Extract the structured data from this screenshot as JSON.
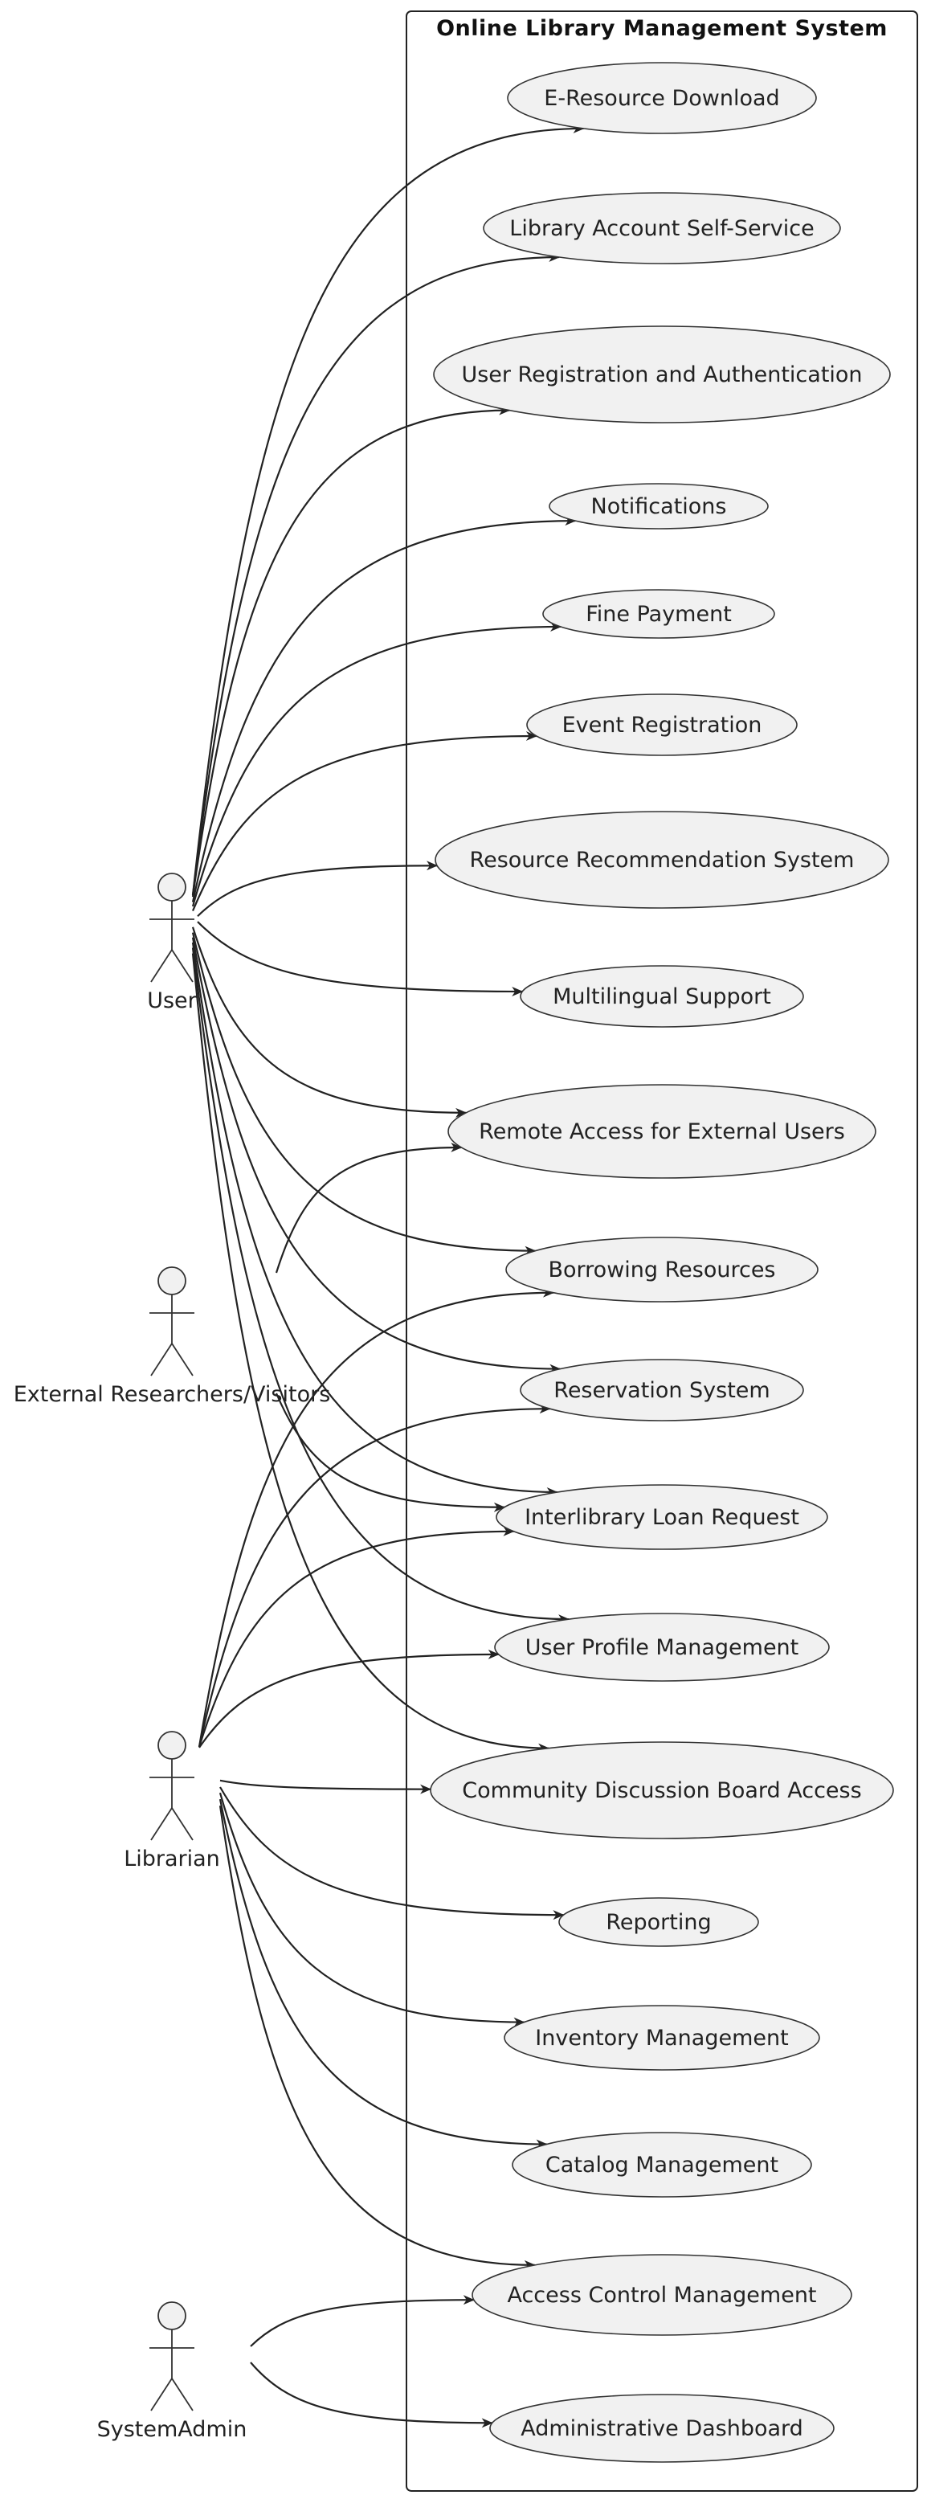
{
  "system": {
    "title": "Online Library Management System"
  },
  "actors": [
    {
      "id": "user",
      "label": "User"
    },
    {
      "id": "external",
      "label": "External Researchers/Visitors"
    },
    {
      "id": "librarian",
      "label": "Librarian"
    },
    {
      "id": "admin",
      "label": "SystemAdmin"
    }
  ],
  "use_cases": [
    {
      "id": "eres",
      "label": "E-Resource Download"
    },
    {
      "id": "acct",
      "label": "Library Account Self-Service"
    },
    {
      "id": "reg",
      "label": "User Registration and Authentication"
    },
    {
      "id": "notif",
      "label": "Notifications"
    },
    {
      "id": "fine",
      "label": "Fine Payment"
    },
    {
      "id": "event",
      "label": "Event Registration"
    },
    {
      "id": "recsys",
      "label": "Resource Recommendation System"
    },
    {
      "id": "multi",
      "label": "Multilingual Support"
    },
    {
      "id": "remote",
      "label": "Remote Access for External Users"
    },
    {
      "id": "borrow",
      "label": "Borrowing Resources"
    },
    {
      "id": "reserve",
      "label": "Reservation System"
    },
    {
      "id": "ill",
      "label": "Interlibrary Loan Request"
    },
    {
      "id": "profile",
      "label": "User Profile Management"
    },
    {
      "id": "community",
      "label": "Community Discussion Board Access"
    },
    {
      "id": "report",
      "label": "Reporting"
    },
    {
      "id": "inventory",
      "label": "Inventory Management"
    },
    {
      "id": "catalog",
      "label": "Catalog Management"
    },
    {
      "id": "access",
      "label": "Access Control Management"
    },
    {
      "id": "dashboard",
      "label": "Administrative Dashboard"
    }
  ],
  "associations": [
    {
      "from": "user",
      "to": "eres"
    },
    {
      "from": "user",
      "to": "acct"
    },
    {
      "from": "user",
      "to": "reg"
    },
    {
      "from": "user",
      "to": "notif"
    },
    {
      "from": "user",
      "to": "fine"
    },
    {
      "from": "user",
      "to": "event"
    },
    {
      "from": "user",
      "to": "recsys"
    },
    {
      "from": "user",
      "to": "multi"
    },
    {
      "from": "user",
      "to": "remote"
    },
    {
      "from": "user",
      "to": "borrow"
    },
    {
      "from": "user",
      "to": "reserve"
    },
    {
      "from": "user",
      "to": "ill"
    },
    {
      "from": "user",
      "to": "profile"
    },
    {
      "from": "user",
      "to": "community"
    },
    {
      "from": "external",
      "to": "remote"
    },
    {
      "from": "external",
      "to": "ill"
    },
    {
      "from": "librarian",
      "to": "borrow"
    },
    {
      "from": "librarian",
      "to": "reserve"
    },
    {
      "from": "librarian",
      "to": "ill"
    },
    {
      "from": "librarian",
      "to": "profile"
    },
    {
      "from": "librarian",
      "to": "community"
    },
    {
      "from": "librarian",
      "to": "report"
    },
    {
      "from": "librarian",
      "to": "inventory"
    },
    {
      "from": "librarian",
      "to": "catalog"
    },
    {
      "from": "librarian",
      "to": "access"
    },
    {
      "from": "admin",
      "to": "access"
    },
    {
      "from": "admin",
      "to": "dashboard"
    }
  ]
}
